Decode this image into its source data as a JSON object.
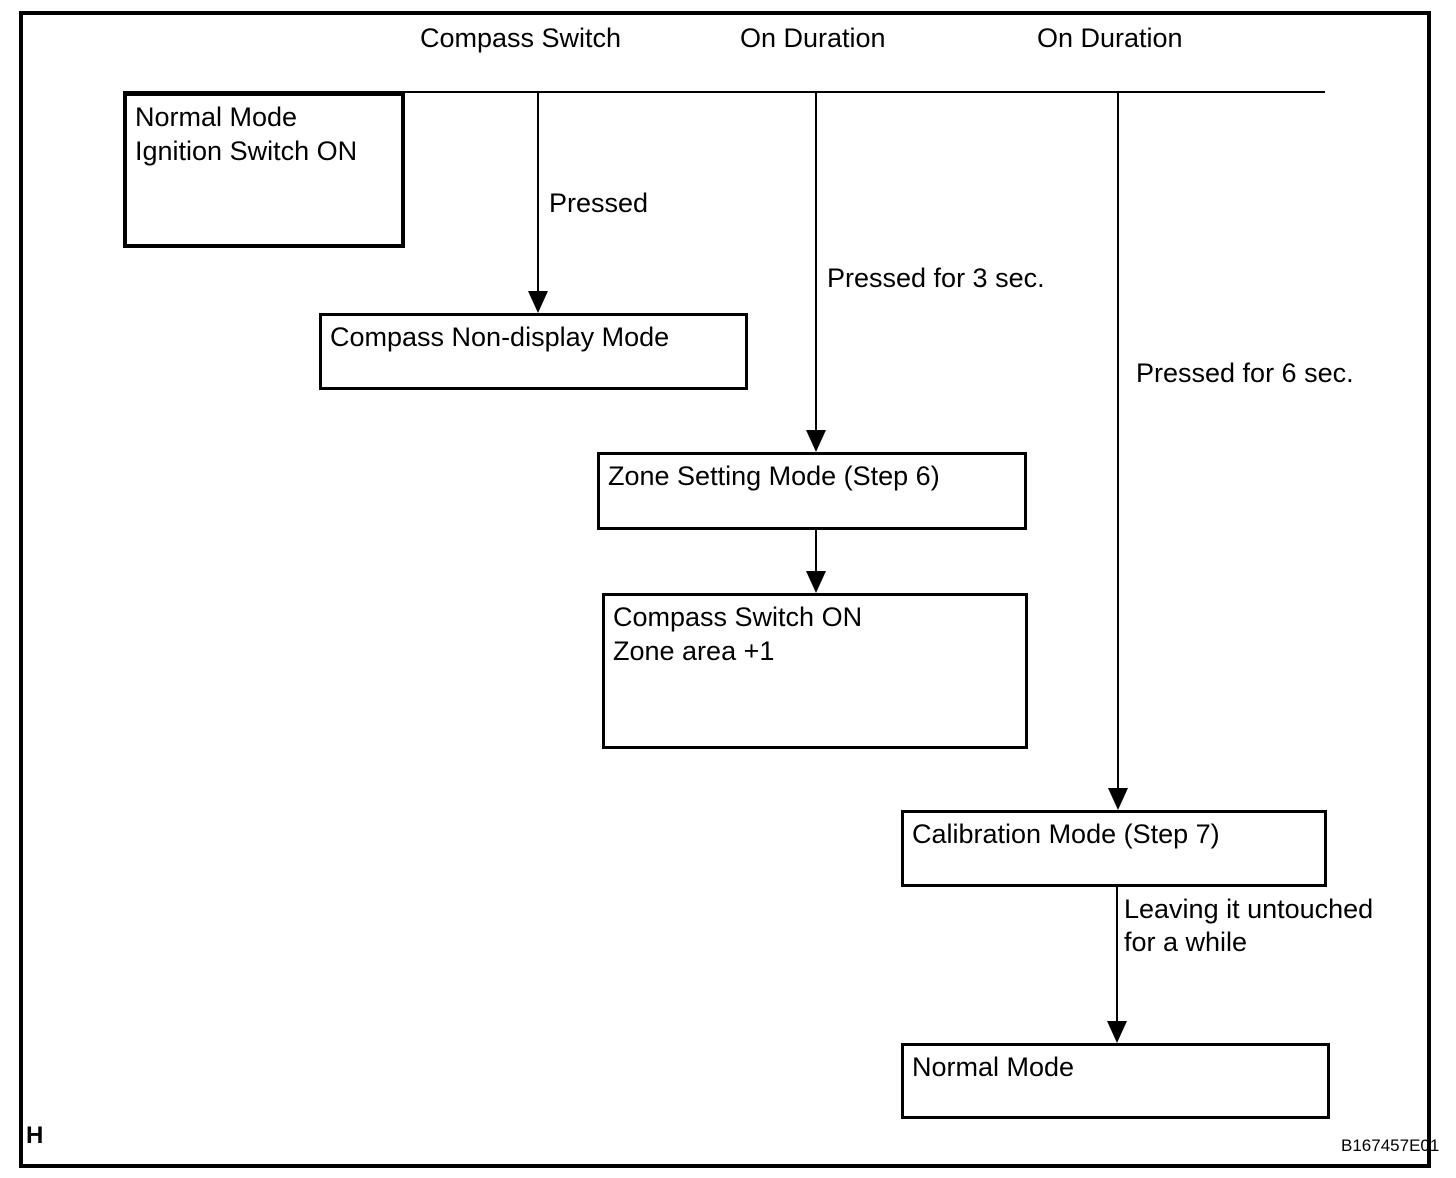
{
  "diagram": {
    "columns": [
      {
        "label": "Compass Switch"
      },
      {
        "label": "On Duration"
      },
      {
        "label": "On Duration"
      }
    ],
    "boxes": {
      "normal_mode_start": {
        "line1": "Normal Mode",
        "line2": "Ignition Switch ON"
      },
      "compass_non_display": {
        "line1": "Compass Non-display Mode"
      },
      "zone_setting": {
        "line1": "Zone Setting Mode (Step 6)"
      },
      "compass_switch_on": {
        "line1": "Compass Switch ON",
        "line2": "Zone area +1"
      },
      "calibration": {
        "line1": "Calibration Mode (Step 7)"
      },
      "normal_mode_end": {
        "line1": "Normal Mode"
      }
    },
    "arrow_labels": {
      "pressed": "Pressed",
      "pressed_3sec": "Pressed for 3 sec.",
      "pressed_6sec": "Pressed for 6 sec.",
      "leaving_line1": "Leaving it untouched",
      "leaving_line2": "for a while"
    },
    "footer": {
      "page_marker": "H",
      "figure_code": "B167457E01"
    },
    "colors": {
      "line": "#000000",
      "background": "#ffffff"
    }
  }
}
